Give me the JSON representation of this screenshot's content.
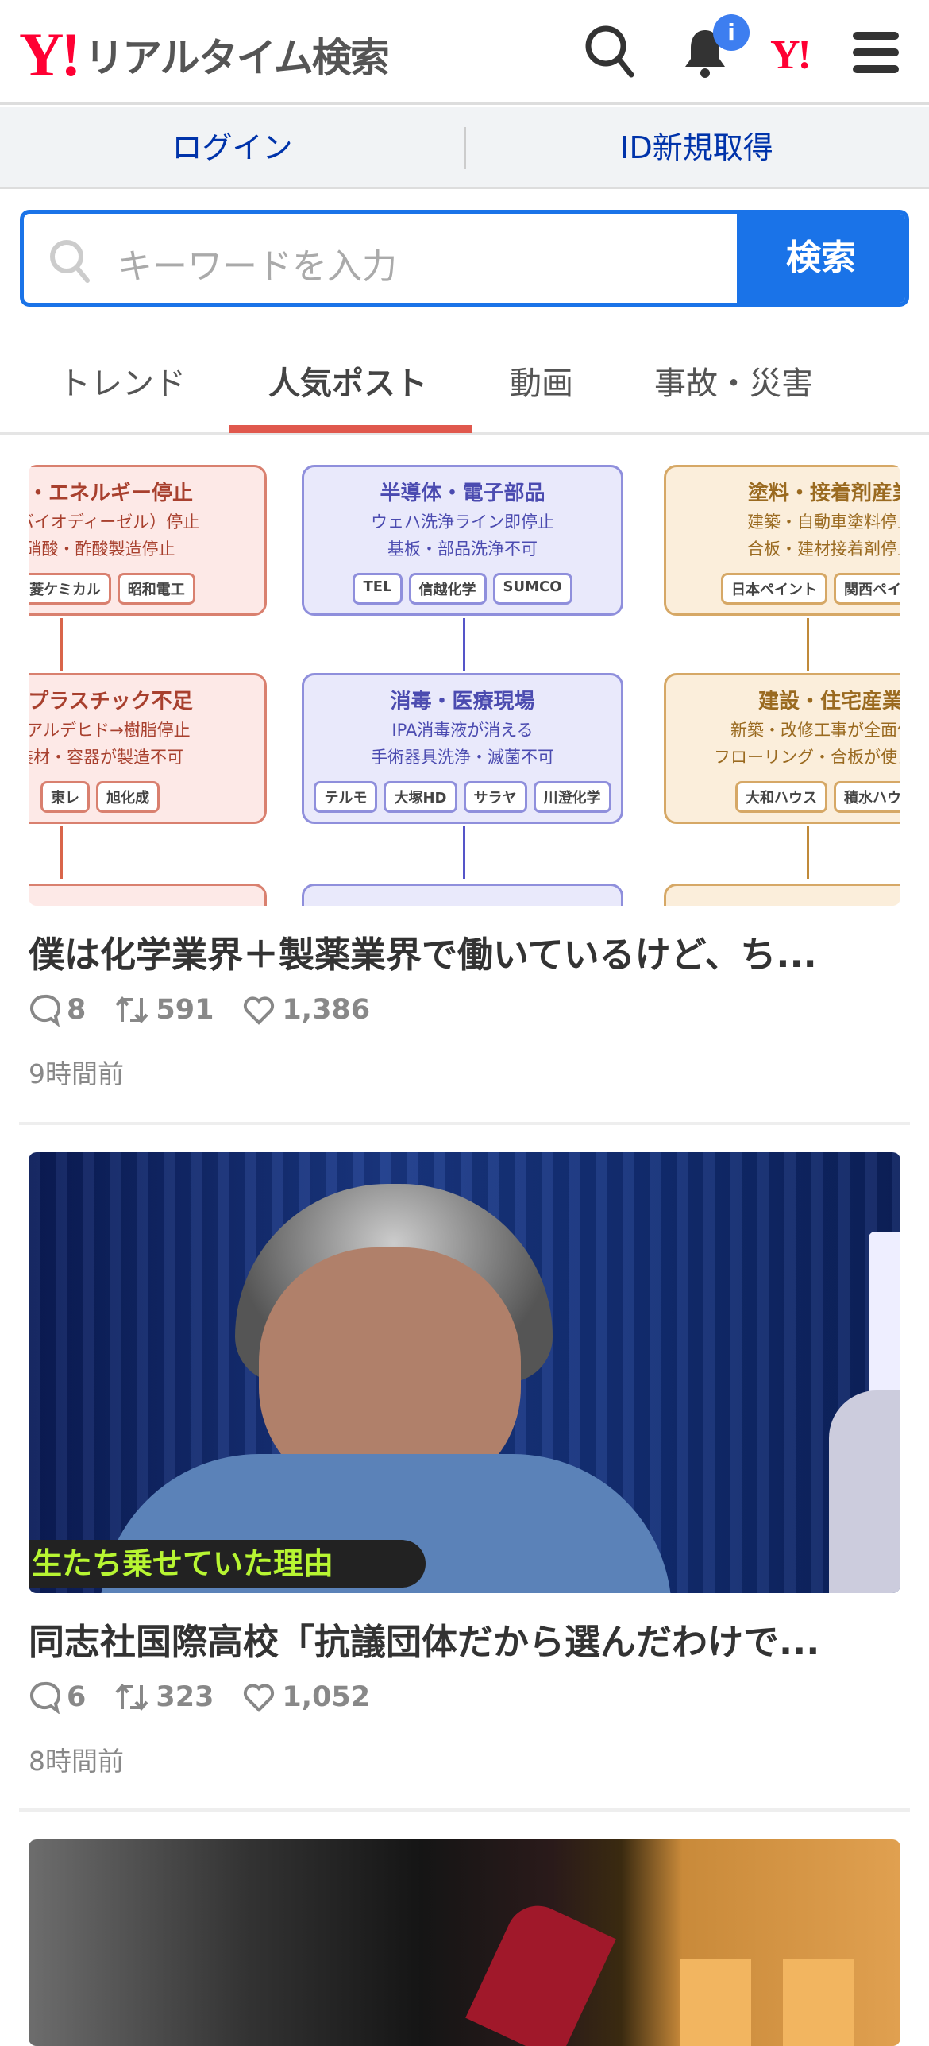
{
  "header": {
    "logo_mark": "Y!",
    "title": "リアルタイム検索",
    "notification_badge": "i",
    "yahoo_mark": "Y!"
  },
  "auth": {
    "login": "ログイン",
    "signup": "ID新規取得"
  },
  "search": {
    "placeholder": "キーワードを入力",
    "button": "検索"
  },
  "tabs": [
    {
      "label": "トレンド"
    },
    {
      "label": "人気ポスト"
    },
    {
      "label": "動画"
    },
    {
      "label": "事故・災害"
    }
  ],
  "posts": [
    {
      "title": "僕は化学業界＋製薬業界で働いているけど、ち...",
      "replies": "8",
      "reposts": "591",
      "likes": "1,386",
      "time": "9時間前",
      "diagram": {
        "col1": [
          {
            "h": "料・エネルギー停止",
            "s1": "（バイオディーゼル）停止",
            "s2": "硝酸・酢酸製造停止",
            "tags": [
              "三菱ケミカル",
              "昭和電工"
            ]
          },
          {
            "h": "・プラスチック不足",
            "s1": "ムアルデヒド→樹脂停止",
            "s2": "装材・容器が製造不可",
            "tags": [
              "東レ",
              "旭化成"
            ]
          }
        ],
        "col2": [
          {
            "h": "半導体・電子部品",
            "s1": "ウェハ洗浄ライン即停止",
            "s2": "基板・部品洗浄不可",
            "tags": [
              "TEL",
              "信越化学",
              "SUMCO"
            ]
          },
          {
            "h": "消毒・医療現場",
            "s1": "IPA消毒液が消える",
            "s2": "手術器具洗浄・滅菌不可",
            "tags": [
              "テルモ",
              "大塚HD",
              "サラヤ",
              "川澄化学"
            ]
          }
        ],
        "col3": [
          {
            "h": "塗料・接着剤産業",
            "s1": "建築・自動車塗料停止",
            "s2": "合板・建材接着剤停止",
            "tags": [
              "日本ペイント",
              "関西ペイント"
            ]
          },
          {
            "h": "建設・住宅産業",
            "s1": "新築・改修工事が全面停止",
            "s2": "フローリング・合板が使えない",
            "tags": [
              "大和ハウス",
              "積水ハウス"
            ]
          }
        ]
      }
    },
    {
      "title": "同志社国際高校「抗議団体だから選んだわけで...",
      "replies": "6",
      "reposts": "323",
      "likes": "1,052",
      "time": "8時間前",
      "caption": "生たち乗せていた理由"
    }
  ]
}
